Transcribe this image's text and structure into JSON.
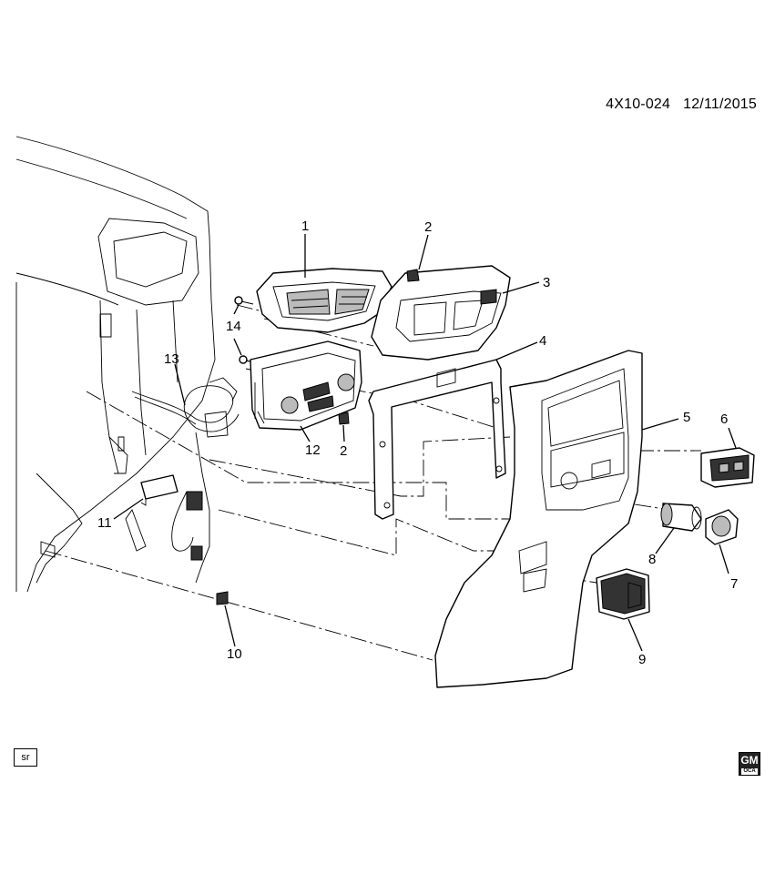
{
  "header": {
    "diagram_id": "4X10-024",
    "date": "12/11/2015"
  },
  "footer": {
    "sr_label": "sr",
    "logo_text": "GM",
    "logo_subtext": "OCA"
  },
  "callouts": [
    {
      "id": "c1",
      "label": "1"
    },
    {
      "id": "c2a",
      "label": "2"
    },
    {
      "id": "c3",
      "label": "3"
    },
    {
      "id": "c4",
      "label": "4"
    },
    {
      "id": "c5",
      "label": "5"
    },
    {
      "id": "c6",
      "label": "6"
    },
    {
      "id": "c7",
      "label": "7"
    },
    {
      "id": "c8",
      "label": "8"
    },
    {
      "id": "c9",
      "label": "9"
    },
    {
      "id": "c10",
      "label": "10"
    },
    {
      "id": "c11",
      "label": "11"
    },
    {
      "id": "c12",
      "label": "12"
    },
    {
      "id": "c13",
      "label": "13"
    },
    {
      "id": "c14",
      "label": "14"
    },
    {
      "id": "c2b",
      "label": "2"
    }
  ]
}
